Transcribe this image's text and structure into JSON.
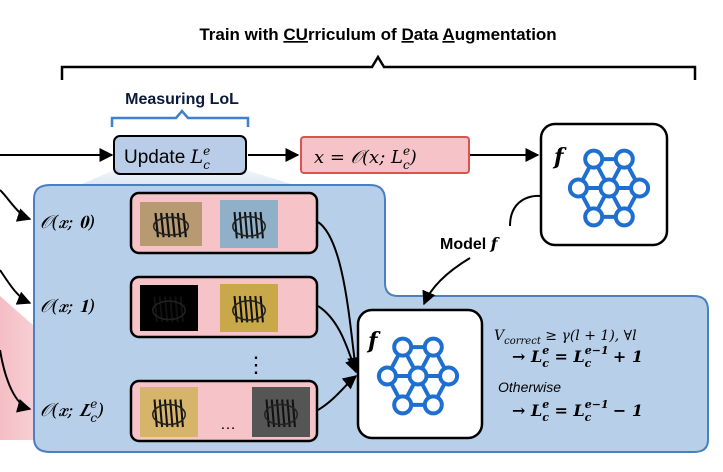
{
  "title": {
    "prefix": "Train with ",
    "parts": [
      {
        "u": "CU",
        "rest": "rriculum of "
      },
      {
        "u": "D",
        "rest": "ata "
      },
      {
        "u": "A",
        "rest": "ugmentation"
      }
    ]
  },
  "measuring_label": "Measuring LoL",
  "update_box": {
    "word": "Update ",
    "var": "L",
    "sup": "e",
    "sub": "c"
  },
  "assign_box": {
    "text": "x = 𝒪(x; L",
    "sup": "e",
    "sub": "c",
    "close": ")"
  },
  "model_label": {
    "word": "Model ",
    "var": "f"
  },
  "model_symbol": "f",
  "augment_rows": [
    {
      "label": "𝒪(𝒙; 𝟎)"
    },
    {
      "label": "𝒪(𝒙; 𝟏)"
    },
    {
      "label": "𝒪(𝒙; 𝑳",
      "sup": "e",
      "sub": "c",
      "close": ")"
    }
  ],
  "vdots": "⋮",
  "ellipsis": "…",
  "rule": {
    "condition": "V",
    "condition_sub": "correct",
    "condition_rest": " ≥ γ(l + 1), ∀l",
    "then1": "→ L",
    "then1_rhs": " = L",
    "then1_tail": " + 1",
    "otherwise": "Otherwise",
    "then2": "→ L",
    "then2_rhs": " = L",
    "then2_tail": " − 1",
    "sup_e": "e",
    "sup_e1": "e−1",
    "sub_c": "c"
  },
  "colors": {
    "blue_panel": "#b8cfe9",
    "blue_border": "#4a7fc1",
    "pink_box": "#f5c3c8",
    "pink_border": "#d9534f",
    "update_fill": "#b9cde8",
    "node": "#1f6fd1",
    "black": "#000000"
  },
  "icons": [
    "zebra-image",
    "network-icon",
    "arrow-icon"
  ]
}
